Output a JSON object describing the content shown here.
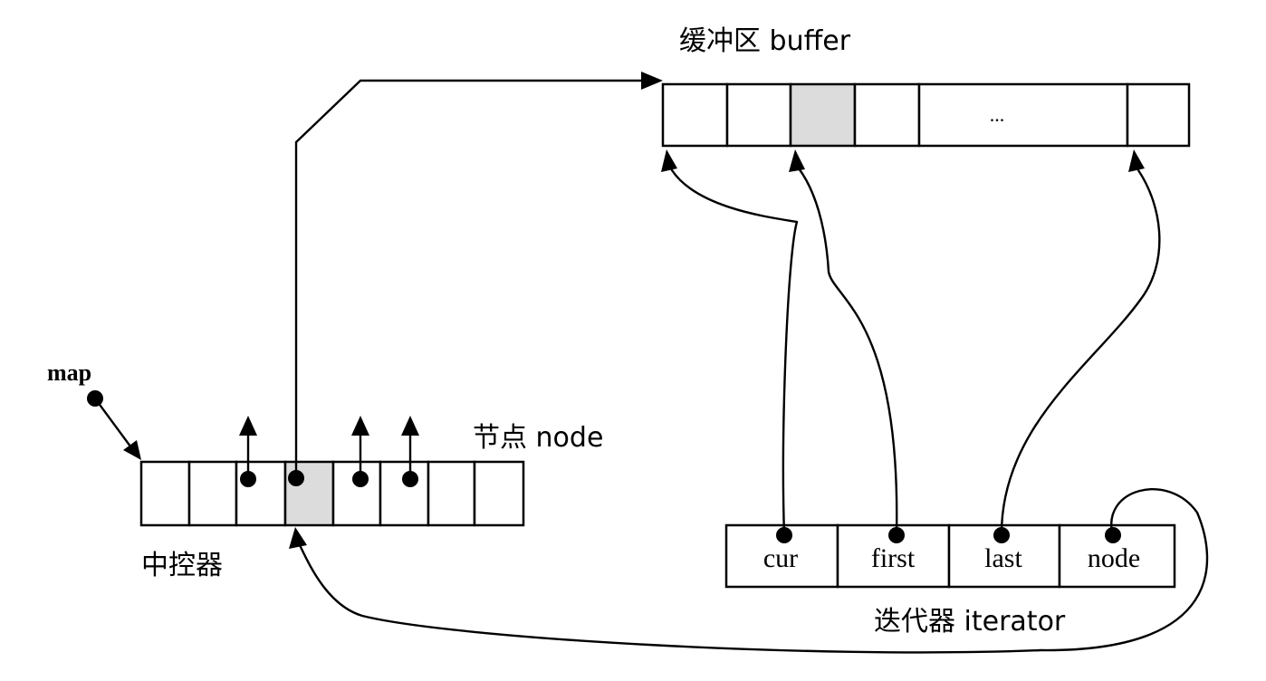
{
  "labels": {
    "buffer": "缓冲区 buffer",
    "node": "节点 node",
    "map_controller": "中控器",
    "iterator": "迭代器 iterator",
    "map": "map",
    "ellipsis": "..."
  },
  "buffer": {
    "cell_count": 6,
    "shaded_cell_index": 2
  },
  "map_array": {
    "cell_count": 8,
    "shaded_cell_index": 3,
    "cells_with_pointers": [
      2,
      3,
      4,
      5
    ]
  },
  "iterator": {
    "fields": [
      "cur",
      "first",
      "last",
      "node"
    ]
  },
  "colors": {
    "stroke": "#000000",
    "shaded_cell": "#dcdcdc",
    "background": "#ffffff"
  }
}
